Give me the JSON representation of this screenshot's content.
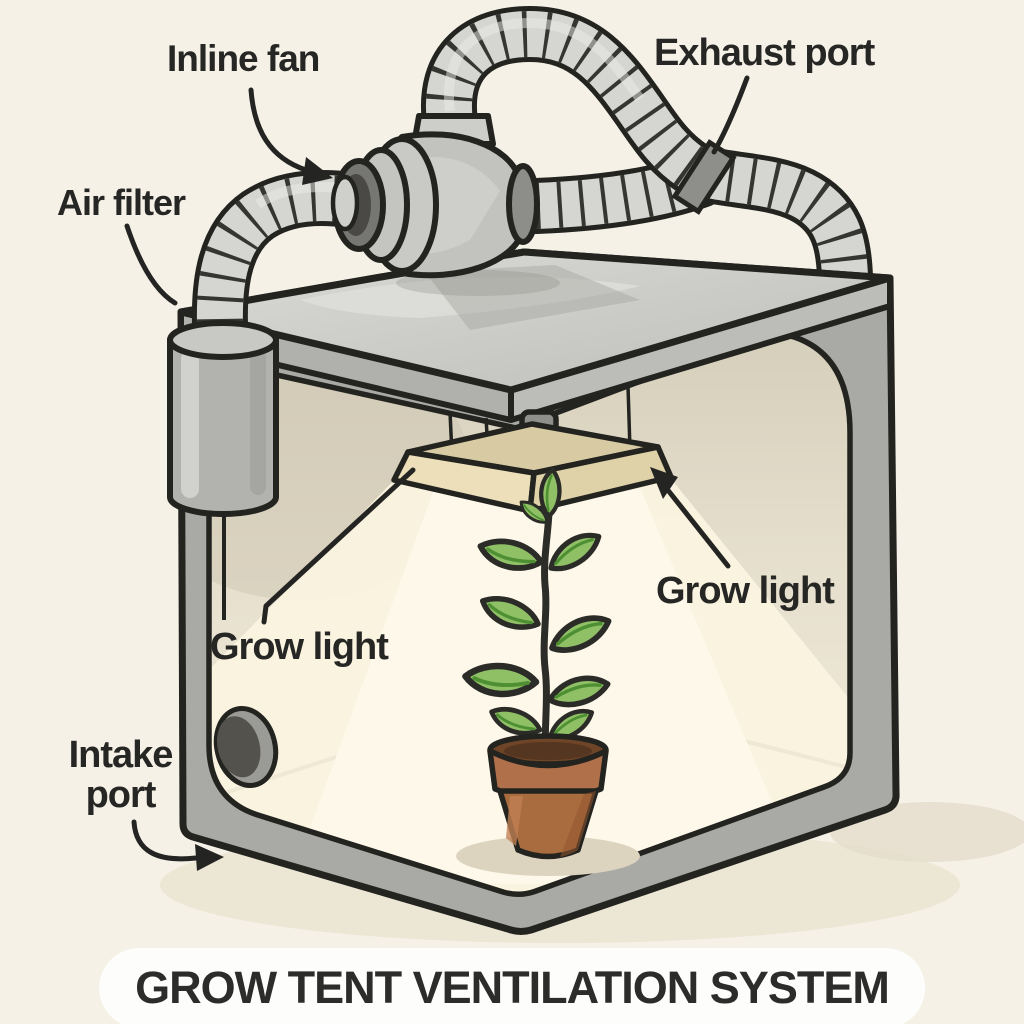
{
  "title": "GROW TENT VENTILATION SYSTEM",
  "labels": {
    "inline_fan": "Inline fan",
    "exhaust_port": "Exhaust port",
    "air_filter": "Air filter",
    "grow_light_left": "Grow light",
    "grow_light_right": "Grow light",
    "intake_port": "Intake port"
  },
  "diagram": {
    "type": "illustration",
    "subject": "grow tent ventilation system",
    "parts": [
      "grow tent",
      "inline fan",
      "air filter",
      "exhaust port duct",
      "intake duct",
      "intake port",
      "grow light fixture",
      "light beam",
      "potted plant"
    ]
  },
  "colors": {
    "background": "#f5f1e7",
    "ink": "#232320",
    "label_text": "#262624",
    "tent_gray": "#a9a9a5",
    "interior_beige": "#e8e1d0",
    "floor": "#f3ecdc",
    "light_cone": "#faf3df",
    "light_cone_bright": "#fdf8ea",
    "fixture_tan": "#d8cba4",
    "fixture_skirt": "#ecdfba",
    "leaf_green": "#8fc066",
    "leaf_vein": "#4f8f33",
    "pot_brown": "#b0714a",
    "pot_body": "#a96c3f",
    "soil_brown": "#6f4527",
    "duct_gray": "#d5d5d2",
    "title_pill": "#fdfdfb"
  }
}
